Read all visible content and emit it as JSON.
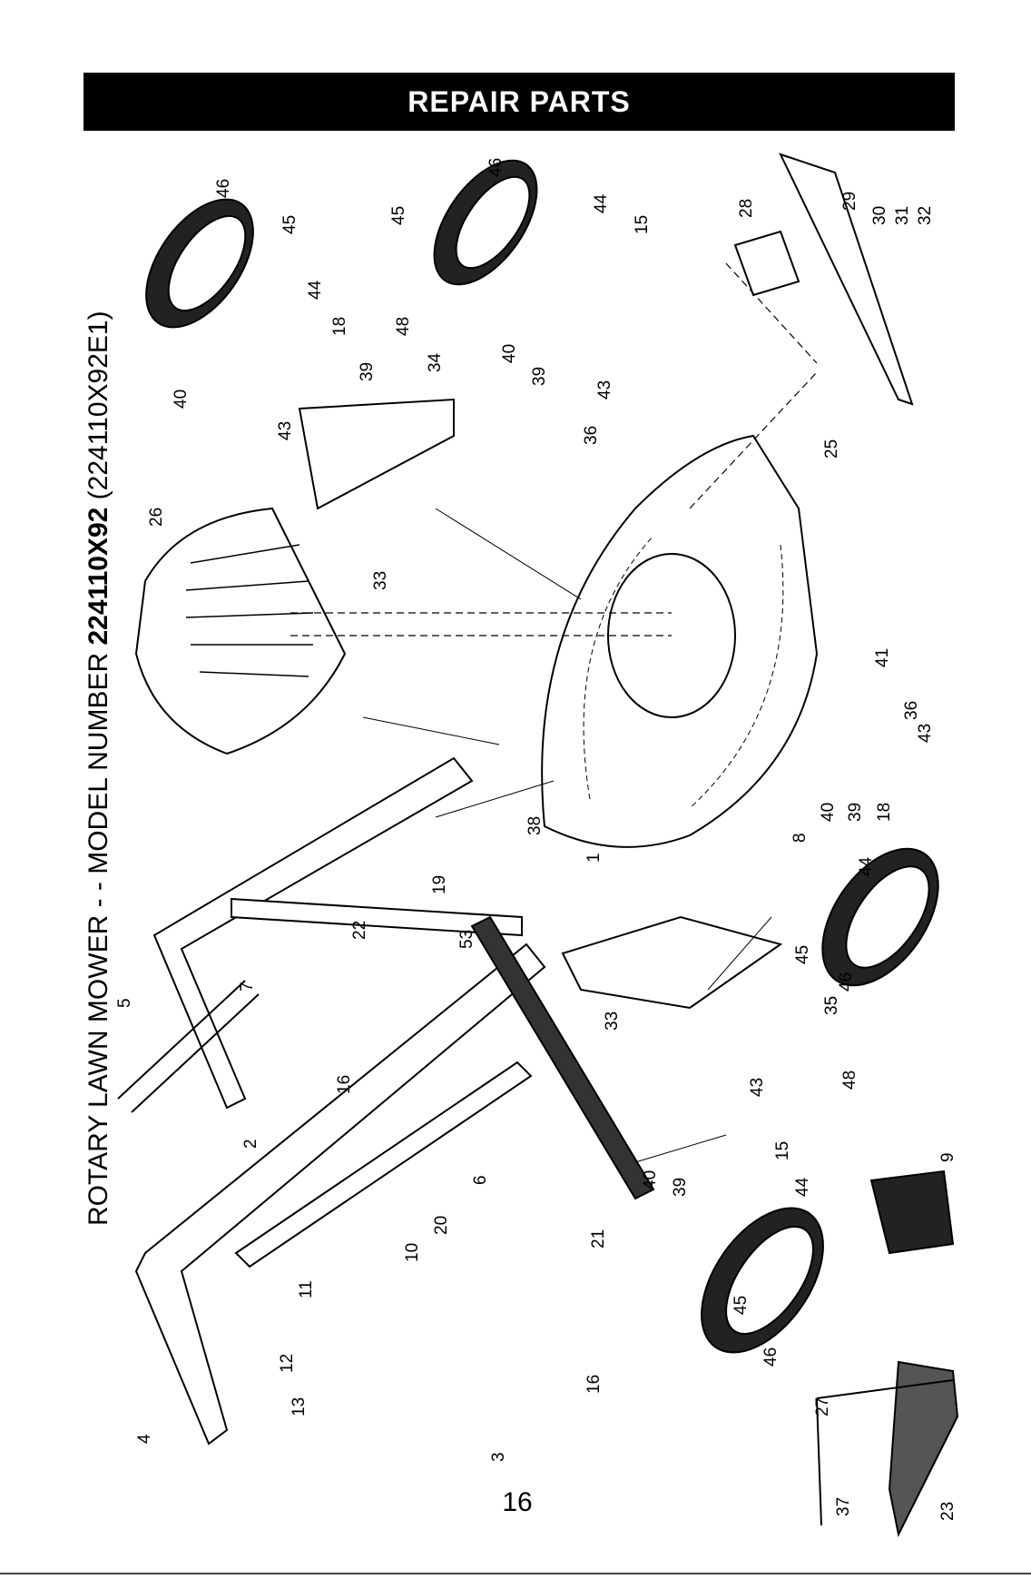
{
  "header": {
    "banner": "REPAIR PARTS"
  },
  "title": {
    "prefix": "ROTARY LAWN MOWER - - MODEL NUMBER ",
    "model": "224110X92",
    "suffix": " (224110X92E1)"
  },
  "page_number": "16",
  "callouts": [
    "46",
    "45",
    "44",
    "18",
    "39",
    "40",
    "43",
    "48",
    "34",
    "46",
    "45",
    "44",
    "15",
    "40",
    "39",
    "43",
    "36",
    "28",
    "29",
    "30",
    "31",
    "32",
    "25",
    "26",
    "33",
    "41",
    "36",
    "43",
    "40",
    "39",
    "18",
    "8",
    "44",
    "45",
    "46",
    "38",
    "1",
    "19",
    "53",
    "22",
    "5",
    "7",
    "2",
    "16",
    "6",
    "20",
    "21",
    "40",
    "39",
    "33",
    "35",
    "43",
    "48",
    "15",
    "44",
    "45",
    "46",
    "9",
    "11",
    "10",
    "12",
    "13",
    "16",
    "4",
    "3",
    "27",
    "37",
    "23"
  ]
}
